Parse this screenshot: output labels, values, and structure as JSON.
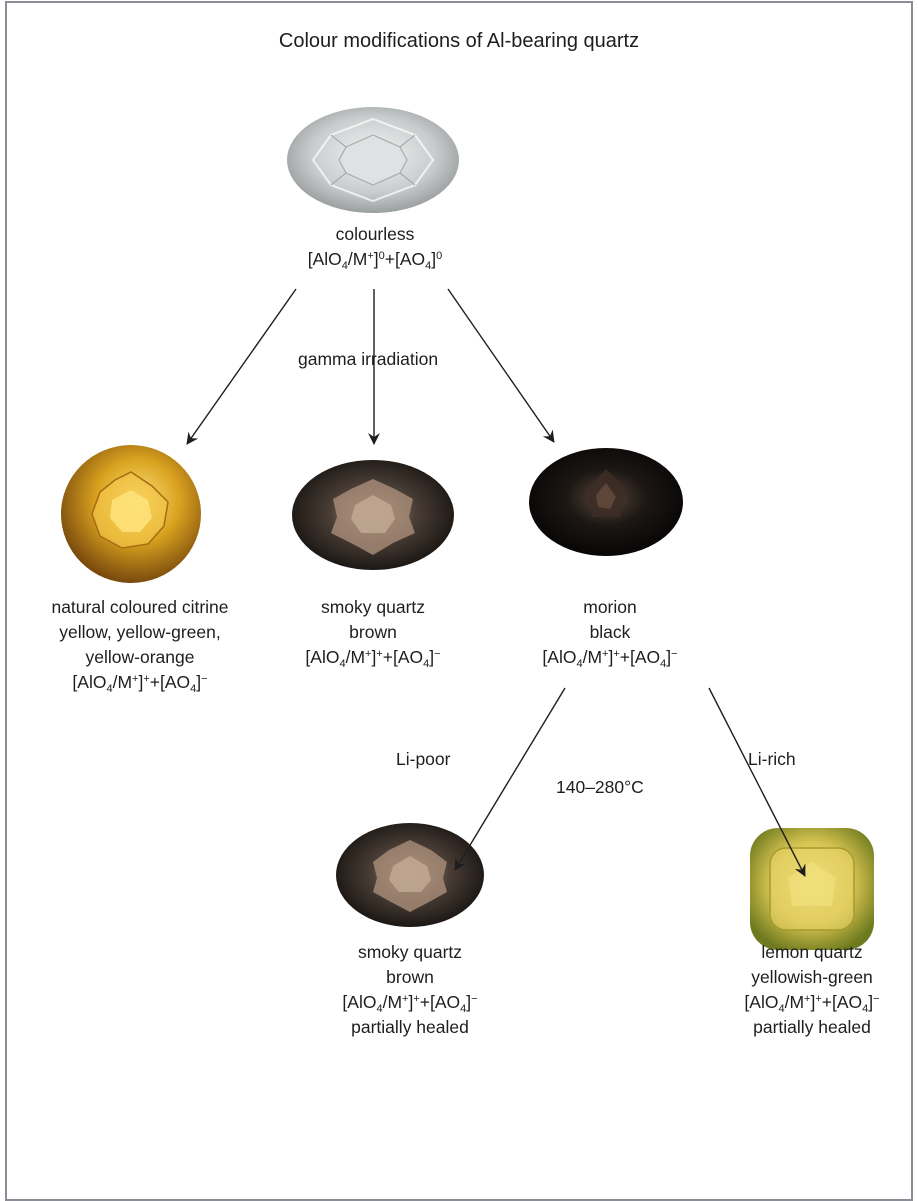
{
  "title": "Colour modifications of Al-bearing quartz",
  "colors": {
    "frame": "#8c8c96",
    "text": "#1e1e1e",
    "arrow": "#1e1e1e",
    "colourless_gem": "#c9cccd",
    "citrine_gem": "#d9a21f",
    "smoky_gem": "#4a3e36",
    "morion_gem": "#1c1714",
    "lemon_gem": "#d8c452"
  },
  "nodes": {
    "colourless": {
      "lines": [
        "colourless"
      ],
      "formula": {
        "p1": "[AlO",
        "s1": "4",
        "p2": "/M",
        "u1": "+",
        "p3": "]",
        "u2": "0",
        "p4": "+[AO",
        "s2": "4",
        "p5": "]",
        "u3": "0"
      }
    },
    "citrine": {
      "lines": [
        "natural coloured citrine",
        "yellow, yellow-green,",
        "yellow-orange"
      ],
      "formula": {
        "p1": "[AlO",
        "s1": "4",
        "p2": "/M",
        "u1": "+",
        "p3": "]",
        "u2": "+",
        "p4": "+[AO",
        "s2": "4",
        "p5": "]",
        "u3": "−"
      }
    },
    "smoky": {
      "lines": [
        "smoky quartz",
        "brown"
      ],
      "formula": {
        "p1": "[AlO",
        "s1": "4",
        "p2": "/M",
        "u1": "+",
        "p3": "]",
        "u2": "+",
        "p4": "+[AO",
        "s2": "4",
        "p5": "]",
        "u3": "−"
      }
    },
    "morion": {
      "lines": [
        "morion",
        "black"
      ],
      "formula": {
        "p1": "[AlO",
        "s1": "4",
        "p2": "/M",
        "u1": "+",
        "p3": "]",
        "u2": "+",
        "p4": "+[AO",
        "s2": "4",
        "p5": "]",
        "u3": "−"
      }
    },
    "smoky_healed": {
      "lines": [
        "smoky quartz",
        "brown"
      ],
      "formula": {
        "p1": "[AlO",
        "s1": "4",
        "p2": "/M",
        "u1": "+",
        "p3": "]",
        "u2": "+",
        "p4": "+[AO",
        "s2": "4",
        "p5": "]",
        "u3": "−"
      },
      "extra": "partially healed"
    },
    "lemon": {
      "lines": [
        "lemon quartz",
        "yellowish-green"
      ],
      "formula": {
        "p1": "[AlO",
        "s1": "4",
        "p2": "/M",
        "u1": "+",
        "p3": "]",
        "u2": "+",
        "p4": "+[AO",
        "s2": "4",
        "p5": "]",
        "u3": "−"
      },
      "extra": "partially healed"
    }
  },
  "edge_labels": {
    "gamma": "gamma irradiation",
    "li_poor": "Li-poor",
    "temperature": "140–280°C",
    "li_rich": "Li-rich"
  }
}
